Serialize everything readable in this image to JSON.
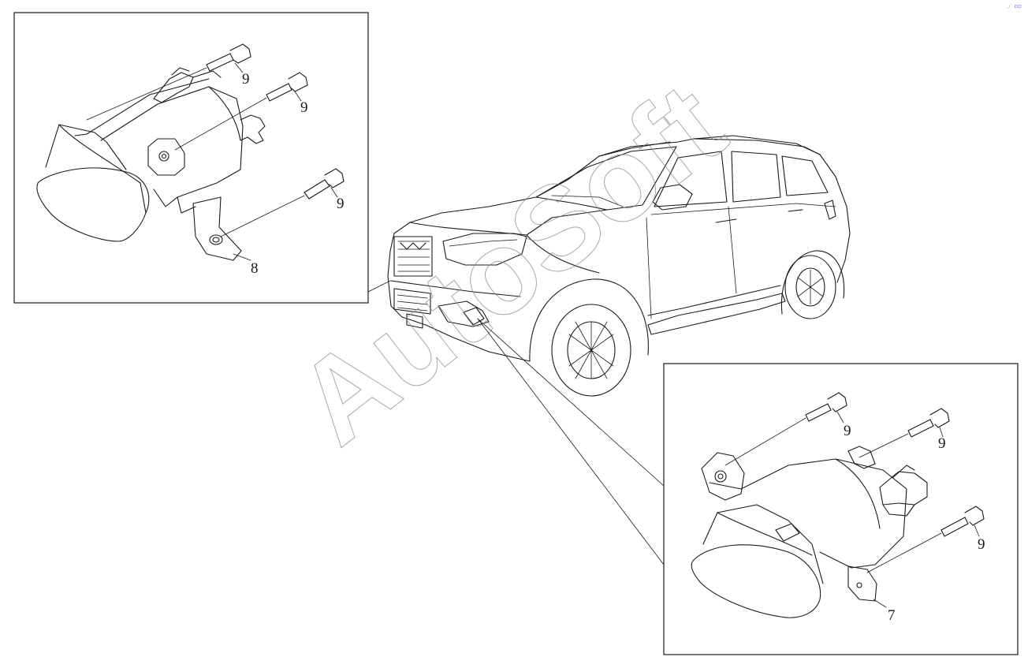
{
  "watermark": "AutoSoft",
  "corner_mark": "⋰ ▫▫",
  "callouts": {
    "left_bolt_a": "9",
    "left_bolt_b": "9",
    "left_bolt_c": "9",
    "left_bracket": "8",
    "right_bolt_a": "9",
    "right_bolt_b": "9",
    "right_bolt_c": "9",
    "right_lamp": "7"
  }
}
